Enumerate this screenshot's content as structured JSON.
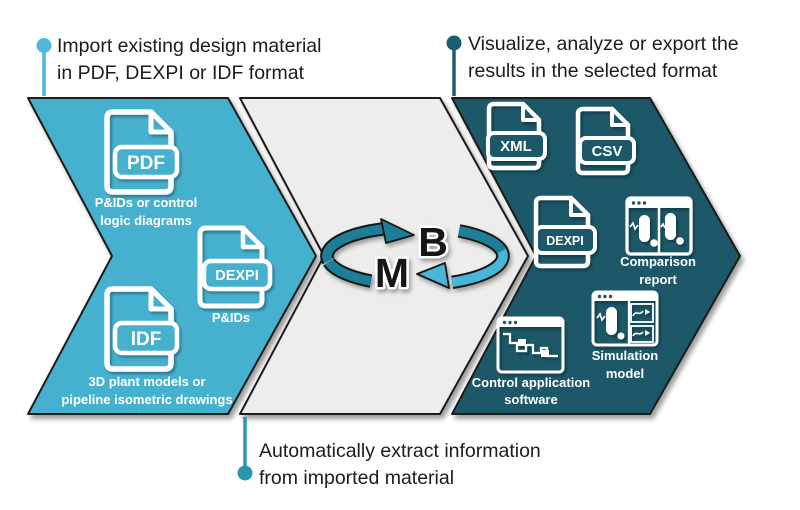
{
  "colors": {
    "import_fill": "#44b1ce",
    "process_fill": "#ededeb",
    "export_fill": "#1a5868",
    "outline": "#1a1a1a",
    "import_dot": "#4fb9da",
    "export_dot": "#1b5e70",
    "extract_dot": "#2b97ae",
    "logo_dark_arrow": "#1f7e97",
    "logo_light_arrow": "#47b6d8",
    "text_dark": "#1c1c1c",
    "icon_white": "#ffffff"
  },
  "annotations": {
    "import": {
      "line1": "Import existing design material",
      "line2": "in PDF, DEXPI or IDF format"
    },
    "export": {
      "line1": "Visualize, analyze or export the",
      "line2": "results in the selected format"
    },
    "extract": {
      "line1": "Automatically extract information",
      "line2": "from imported material"
    }
  },
  "logo": {
    "top_letter": "B",
    "bottom_letter": "M"
  },
  "import_icons": {
    "pdf": {
      "badge": "PDF",
      "caption1": "P&IDs or control",
      "caption2": "logic diagrams"
    },
    "dexpi": {
      "badge": "DEXPI",
      "caption1": "P&IDs"
    },
    "idf": {
      "badge": "IDF",
      "caption1": "3D plant models or",
      "caption2": "pipeline isometric drawings"
    }
  },
  "export_icons": {
    "xml": {
      "badge": "XML"
    },
    "csv": {
      "badge": "CSV"
    },
    "dexpi": {
      "badge": "DEXPI"
    },
    "comparison": {
      "caption1": "Comparison",
      "caption2": "report"
    },
    "simulation": {
      "caption1": "Simulation",
      "caption2": "model"
    },
    "control": {
      "caption1": "Control application",
      "caption2": "software"
    }
  }
}
